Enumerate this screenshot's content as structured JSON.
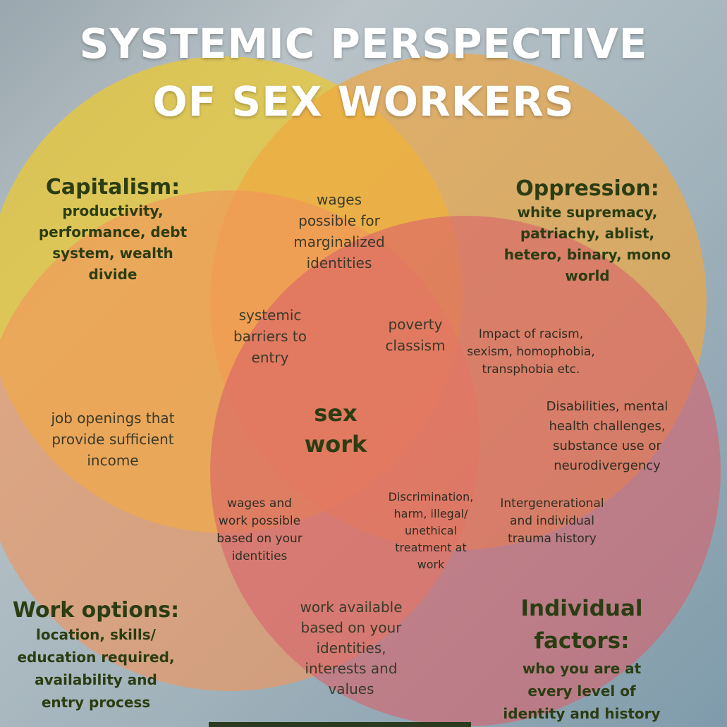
{
  "title": {
    "line1": "SYSTEMIC PERSPECTIVE",
    "line2": "OF SEX WORKERS"
  },
  "colors": {
    "capitalism": "#e8c83a",
    "oppression": "#f0a640",
    "work_options": "#f2955a",
    "individual": "#d9606a"
  },
  "circles": {
    "capitalism": {
      "heading": "Capitalism:",
      "text": [
        "productivity,",
        "performance, debt",
        "system, wealth",
        "divide"
      ]
    },
    "oppression": {
      "heading": "Oppression:",
      "text": [
        "white supremacy,",
        "patriachy, ablist,",
        "hetero, binary, mono",
        "world"
      ]
    },
    "work_options": {
      "heading": "Work options:",
      "text": [
        "location, skills/",
        "education required,",
        "availability and",
        "entry process"
      ]
    },
    "individual": {
      "heading": [
        "Individual",
        "factors:"
      ],
      "text": [
        "who you are at",
        "every level of",
        "identity and history"
      ]
    }
  },
  "overlaps": {
    "cap_opp": [
      "wages",
      "possible for",
      "marginalized",
      "identities"
    ],
    "cap_work": [
      "job openings that",
      "provide sufficient",
      "income"
    ],
    "systemic": [
      "systemic",
      "barriers to",
      "entry"
    ],
    "poverty": [
      "poverty",
      "classism"
    ],
    "racism": [
      "Impact of racism,",
      "sexism, homophobia,",
      "transphobia etc."
    ],
    "disabilities": [
      "Disabilities, mental",
      "health challenges,",
      "substance use or",
      "neurodivergency"
    ],
    "wages_work": [
      "wages and",
      "work possible",
      "based on your",
      "identities"
    ],
    "discrimination": [
      "Discrimination,",
      "harm, illegal/",
      "unethical",
      "treatment at",
      "work"
    ],
    "trauma": [
      "Intergenerational",
      "and individual",
      "trauma history"
    ],
    "work_available": [
      "work available",
      "based on your",
      "identities,",
      "interests and",
      "values"
    ],
    "center": [
      "sex",
      "work"
    ]
  }
}
